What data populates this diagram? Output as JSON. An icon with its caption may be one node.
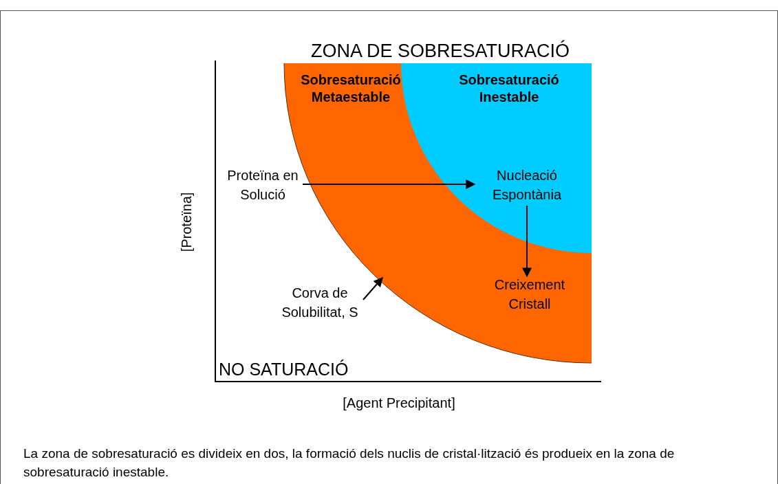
{
  "diagram": {
    "caption": "La zona de sobresaturació es divideix en dos, la formació dels nuclis de cristal·lització és produeix en la zona de sobresaturació inestable.",
    "nodes": [
      {
        "text": [
          "Proteïna en Solució"
        ]
      },
      {
        "text": [
          "Nucleació Espontània"
        ]
      },
      {
        "text": [
          "Creixement Cristall"
        ]
      },
      {
        "text": [
          "Corva de Solubilitat, S"
        ]
      }
    ],
    "edges": [
      {
        "from": 0,
        "to": 1,
        "arrow": "to"
      },
      {
        "from": 1,
        "to": 2,
        "arrow": "to"
      },
      {
        "from": 3,
        "to": null,
        "arrow": "to"
      }
    ],
    "labels": [
      "ZONA DE SOBRESATURACIÓ",
      "Sobresaturació Metaestable",
      "Sobresaturació Inestable",
      "[Proteïna]",
      "NO SATURACIÓ",
      "[Agent Precipitant]"
    ]
  }
}
